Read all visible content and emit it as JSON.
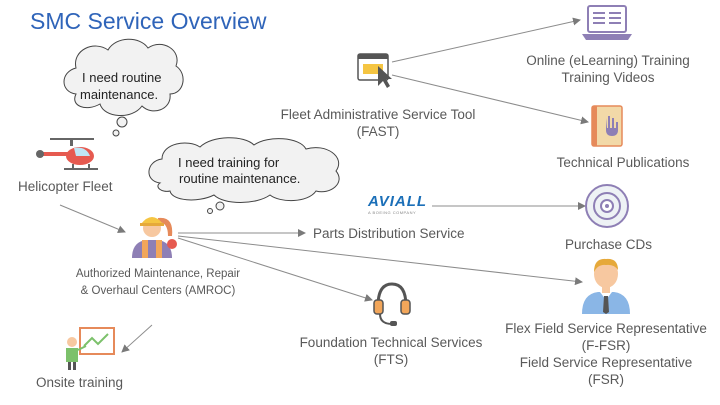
{
  "title": "SMC Service Overview",
  "nodes": {
    "helicopter_fleet": "Helicopter Fleet",
    "amroc_line1": "Authorized Maintenance, Repair",
    "amroc_line2": "& Overhaul Centers (AMROC)",
    "onsite_training": "Onsite training",
    "fast_line1": "Fleet Administrative Service Tool",
    "fast_line2": "(FAST)",
    "elearning_line1": "Online (eLearning) Training",
    "elearning_line2": "Training Videos",
    "tech_pubs": "Technical Publications",
    "parts_distribution": "Parts Distribution Service",
    "purchase_cds": "Purchase CDs",
    "fts_line1": "Foundation Technical Services",
    "fts_line2": "(FTS)",
    "ffsr_line1": "Flex Field Service Representative",
    "ffsr_line2": "(F-FSR)",
    "fsr_line1": "Field Service Representative",
    "fsr_line2": "(FSR)"
  },
  "bubbles": {
    "routine_line1": "I need routine",
    "routine_line2": "maintenance.",
    "training_line1": "I need training for",
    "training_line2": "routine maintenance."
  },
  "logo": {
    "name": "AVIALL",
    "tagline": "A BOEING COMPANY"
  },
  "colors": {
    "title": "#2f64b9",
    "line": "#8c8c8c",
    "icon_purple": "#8e7fb5",
    "icon_orange": "#f2a65a"
  }
}
